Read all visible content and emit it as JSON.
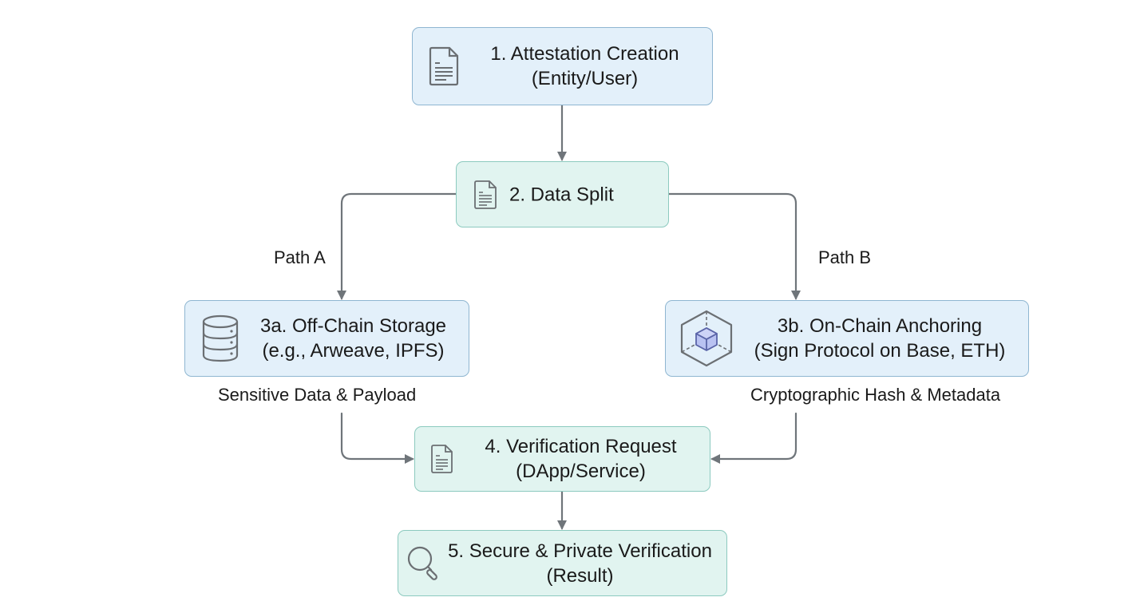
{
  "diagram": {
    "type": "flowchart",
    "colors": {
      "blue_fill": "#e3f0fa",
      "blue_border": "#8fb6d1",
      "mint_fill": "#e1f4f0",
      "mint_border": "#8ccabf",
      "connector": "#6f757a",
      "icon_stroke": "#6b6f73",
      "cube_accent": "#b9c2f2"
    },
    "nodes": [
      {
        "id": "1",
        "icon": "document-icon",
        "style": "blue",
        "lines": [
          "1. Attestation Creation",
          "(Entity/User)"
        ]
      },
      {
        "id": "2",
        "icon": "document-icon",
        "style": "mint",
        "lines": [
          "2. Data Split"
        ]
      },
      {
        "id": "3a",
        "icon": "database-icon",
        "style": "blue",
        "lines": [
          "3a. Off-Chain Storage",
          "(e.g., Arweave, IPFS)"
        ]
      },
      {
        "id": "3b",
        "icon": "cube-icon",
        "style": "blue",
        "lines": [
          "3b. On-Chain Anchoring",
          "(Sign Protocol on Base, ETH)"
        ]
      },
      {
        "id": "4",
        "icon": "document-icon",
        "style": "mint",
        "lines": [
          "4. Verification Request",
          "(DApp/Service)"
        ]
      },
      {
        "id": "5",
        "icon": "search-icon",
        "style": "mint",
        "lines": [
          "5. Secure & Private Verification",
          "(Result)"
        ]
      }
    ],
    "edges": [
      {
        "from": "1",
        "to": "2",
        "label": ""
      },
      {
        "from": "2",
        "to": "3a",
        "label": "Path A"
      },
      {
        "from": "2",
        "to": "3b",
        "label": "Path B"
      },
      {
        "from": "3a",
        "to": "4",
        "label": "Sensitive Data & Payload"
      },
      {
        "from": "3b",
        "to": "4",
        "label": "Cryptographic Hash & Metadata"
      },
      {
        "from": "4",
        "to": "5",
        "label": ""
      }
    ]
  }
}
